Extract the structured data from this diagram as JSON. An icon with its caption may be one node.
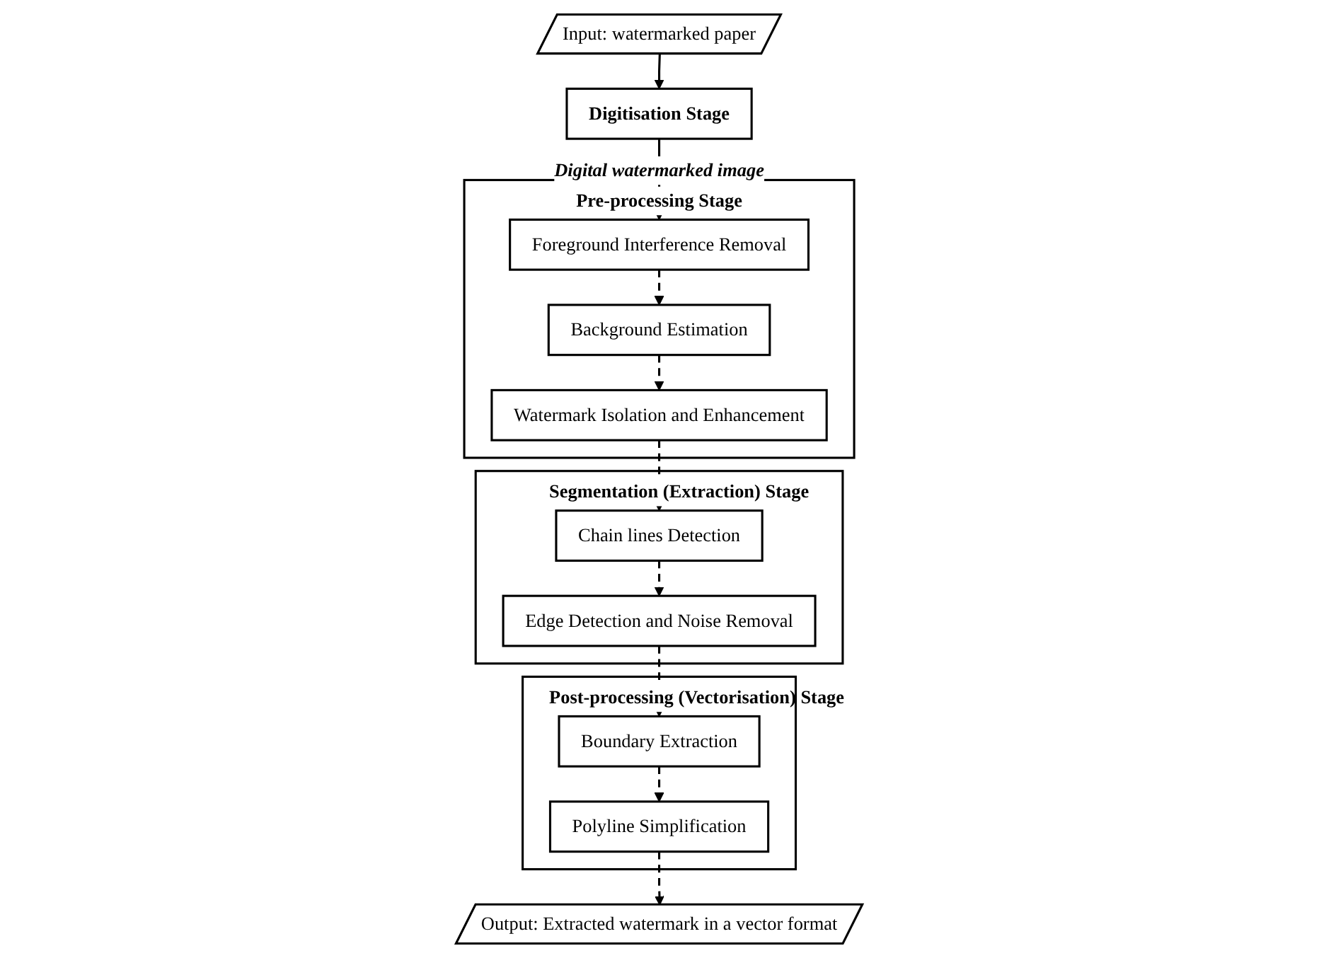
{
  "diagram": {
    "nodes": [
      {
        "text": [
          "Input: watermarked paper"
        ]
      },
      {
        "text": [
          "Digitisation Stage"
        ]
      },
      {
        "text": [
          "Segmentation (Extraction) Stage"
        ]
      },
      {
        "text": [
          "Chain lines Detection"
        ],
        "in": 2
      },
      {
        "text": [
          "Edge Detection and Noise Removal"
        ],
        "in": 2
      },
      {
        "text": [
          "Pre-processing Stage"
        ]
      },
      {
        "text": [
          "Watermark Isolation and Enhancement"
        ],
        "in": 5
      },
      {
        "text": [
          "Background Estimation"
        ],
        "in": 5
      },
      {
        "text": [
          "Foreground Interference Removal"
        ],
        "in": 5
      },
      {
        "text": [
          "Post-processing (Vectorisation) Stage"
        ]
      },
      {
        "text": [
          "Boundary Extraction"
        ],
        "in": 9
      },
      {
        "text": [
          "Polyline Simplification"
        ],
        "in": 9
      },
      {
        "text": [
          "Output: Extracted watermark in a vector format"
        ]
      }
    ],
    "edges": [
      {
        "from": 0,
        "to": 1,
        "arrow": "to"
      },
      {
        "from": 1,
        "to": 8,
        "arrow": "to",
        "label": "Digital watermarked image"
      },
      {
        "from": 8,
        "to": 7,
        "arrow": "to",
        "style": "dashed"
      },
      {
        "from": 7,
        "to": 6,
        "arrow": "to",
        "style": "dashed"
      },
      {
        "from": 6,
        "to": 3,
        "arrow": "to",
        "style": "dashed"
      },
      {
        "from": 3,
        "to": 4,
        "arrow": "to",
        "style": "dashed"
      },
      {
        "from": 4,
        "to": 10,
        "arrow": "to",
        "style": "dashed"
      },
      {
        "from": 10,
        "to": 11,
        "arrow": "to",
        "style": "dashed"
      },
      {
        "from": 11,
        "to": 12,
        "arrow": "to",
        "style": "dashed"
      }
    ]
  }
}
